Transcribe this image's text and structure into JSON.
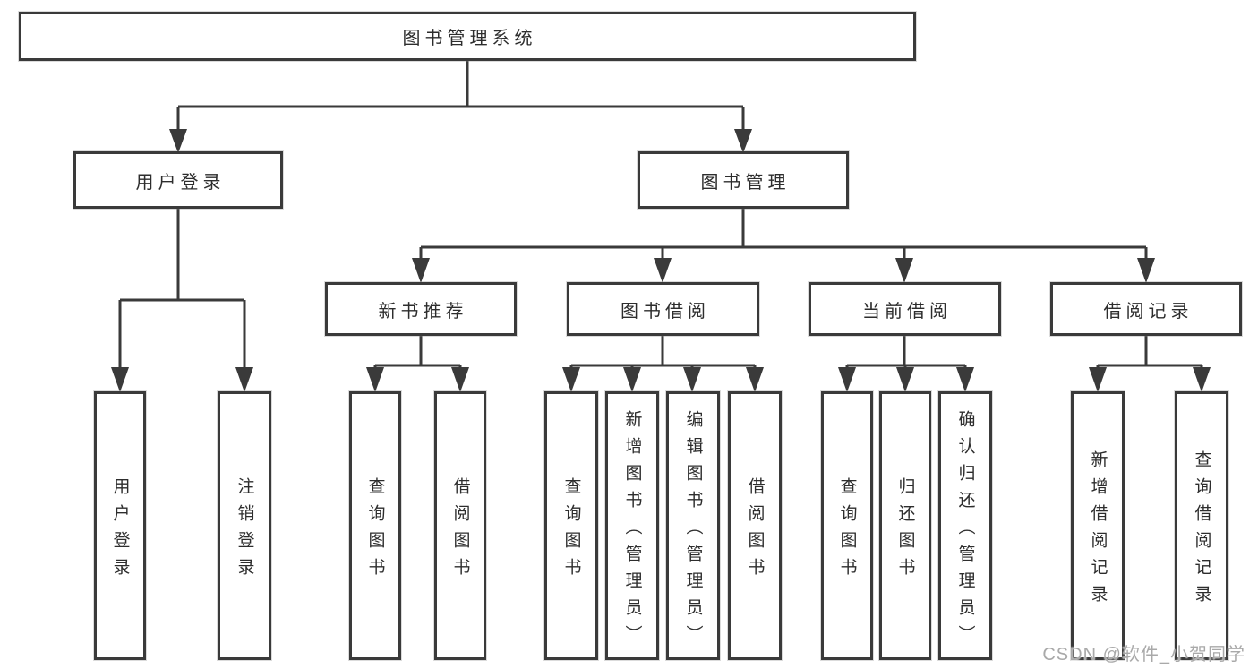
{
  "tree": {
    "label": "图书管理系统",
    "children": [
      {
        "label": "用户登录",
        "children": [
          {
            "label": "用户登录"
          },
          {
            "label": "注销登录"
          }
        ]
      },
      {
        "label": "图书管理",
        "children": [
          {
            "label": "新书推荐",
            "children": [
              {
                "label": "查询图书"
              },
              {
                "label": "借阅图书"
              }
            ]
          },
          {
            "label": "图书借阅",
            "children": [
              {
                "label": "查询图书"
              },
              {
                "label": "新增图书（管理员）"
              },
              {
                "label": "编辑图书（管理员）"
              },
              {
                "label": "借阅图书"
              }
            ]
          },
          {
            "label": "当前借阅",
            "children": [
              {
                "label": "查询图书"
              },
              {
                "label": "归还图书"
              },
              {
                "label": "确认归还（管理员）"
              }
            ]
          },
          {
            "label": "借阅记录",
            "children": [
              {
                "label": "新增借阅记录"
              },
              {
                "label": "查询借阅记录"
              }
            ]
          }
        ]
      }
    ]
  },
  "watermark": {
    "text": "CSDN @软件_小贺同学"
  },
  "colors": {
    "line": "#3a3a3a",
    "box_border": "#3a3a3a",
    "text": "#2d2d2d",
    "watermark": "#a9a9a9"
  }
}
